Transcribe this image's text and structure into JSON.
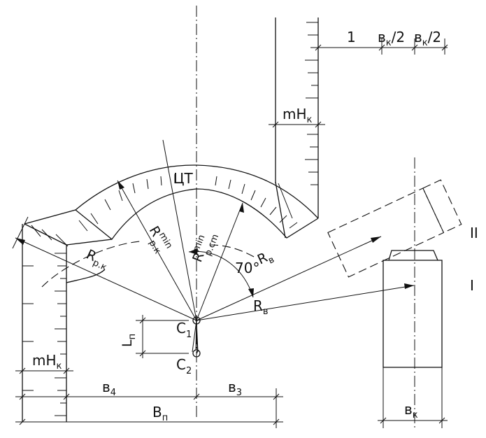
{
  "labels": {
    "top_num": "1",
    "bk2_a": "в",
    "bk2_a_sub": "к",
    "bk2_a_tail": "/2",
    "bk2_b": "в",
    "bk2_b_sub": "к",
    "bk2_b_tail": "/2",
    "mhk_top": "mH",
    "mhk_top_sub": "к",
    "mhk_left": "mH",
    "mhk_left_sub": "к",
    "ct": "ЦТ",
    "rpk_min": "R",
    "rpk_min_sup": "min",
    "rpk_min_sub": "р.к",
    "rpcm_min": "R",
    "rpcm_min_sup": "min",
    "rpcm_min_sub": "р.cm",
    "angle": "70°",
    "rv_rot": "R",
    "rv_rot_sub": "в",
    "rpk": "R",
    "rpk_sub": "р.к",
    "rv": "R",
    "rv_sub": "в",
    "c1": "C",
    "c1_sub": "1",
    "c2": "C",
    "c2_sub": "2",
    "ln": "L",
    "ln_sub": "п",
    "b4": "в",
    "b4_sub": "4",
    "b3": "в",
    "b3_sub": "3",
    "bn": "В",
    "bn_sub": "п",
    "bk_bottom": "в",
    "bk_bottom_sub": "к",
    "roman2": "II",
    "roman1": "I"
  }
}
